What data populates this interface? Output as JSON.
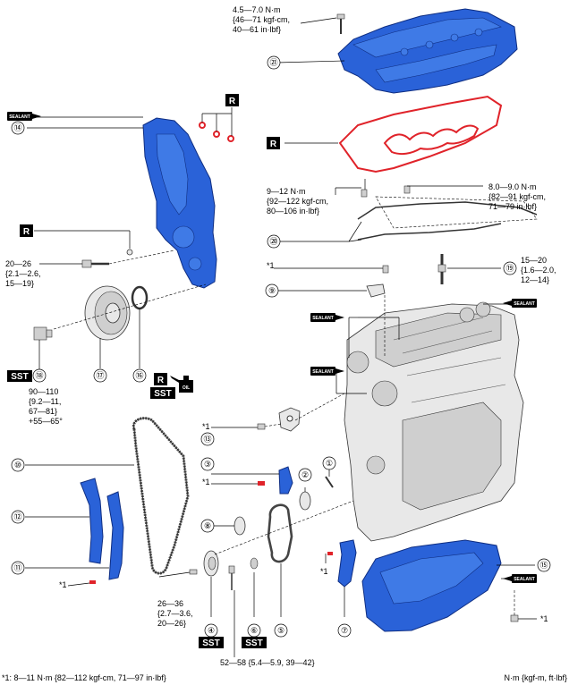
{
  "callouts": {
    "c1": "①",
    "c2": "②",
    "c3": "③",
    "c4": "④",
    "c5": "⑤",
    "c6": "⑥",
    "c7": "⑦",
    "c8": "⑧",
    "c9": "⑨",
    "c10": "⑩",
    "c11": "⑪",
    "c12": "⑫",
    "c13": "⑬",
    "c14": "⑭",
    "c15": "⑮",
    "c16": "⑯",
    "c17": "⑰",
    "c18": "⑱",
    "c19": "⑲",
    "c20": "⑳",
    "c21": "㉑"
  },
  "badges": {
    "replace": "R",
    "sst": "SST",
    "sealant": "SEALANT",
    "oil": "OIL"
  },
  "torques": {
    "t21": [
      "4.5—7.0 N·m",
      "{46—71 kgf-cm,",
      "40—61 in·lbf}"
    ],
    "t20a": [
      "9—12 N·m",
      "{92—122 kgf-cm,",
      "80—106 in·lbf}"
    ],
    "t20b": [
      "8.0—9.0 N·m",
      "{82—91 kgf-cm,",
      "71—79 in·lbf}"
    ],
    "t19": [
      "15—20",
      "{1.6—2.0,",
      "12—14}"
    ],
    "t_cover": [
      "20—26",
      "{2.1—2.6,",
      "15—19}"
    ],
    "t18": [
      "90—110",
      "{9.2—11,",
      "67—81}",
      "+55—65°"
    ],
    "t4": [
      "26—36",
      "{2.7—3.6,",
      "20—26}"
    ],
    "t6": "52—58 {5.4—5.9, 39—42}"
  },
  "star1": "*1",
  "footnote": "*1: 8—11 N·m {82—112 kgf-cm, 71—97 in·lbf}",
  "units": "N·m {kgf-m, ft·lbf}",
  "colors": {
    "part_blue": "#2a62d8",
    "gasket_red": "#e0232a",
    "badge_black": "#000000"
  }
}
